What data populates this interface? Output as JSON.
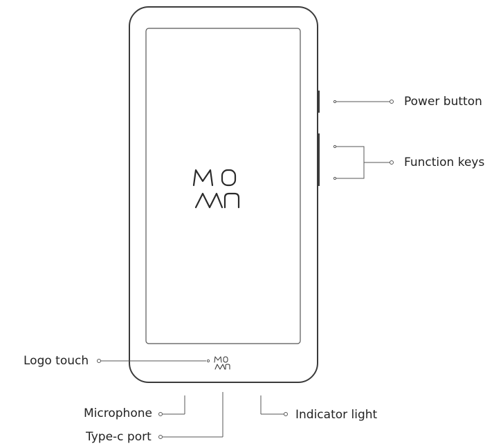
{
  "device": {
    "logo_icon": "momo-logo-icon",
    "touch_logo_icon": "momo-logo-small-icon",
    "stroke_color": "#3a3a3a",
    "leader_color": "#555555"
  },
  "labels": {
    "power_button": "Power button",
    "function_keys": "Function keys",
    "logo_touch": "Logo touch",
    "microphone": "Microphone",
    "type_c_port": "Type-c port",
    "indicator_light": "Indicator light"
  }
}
